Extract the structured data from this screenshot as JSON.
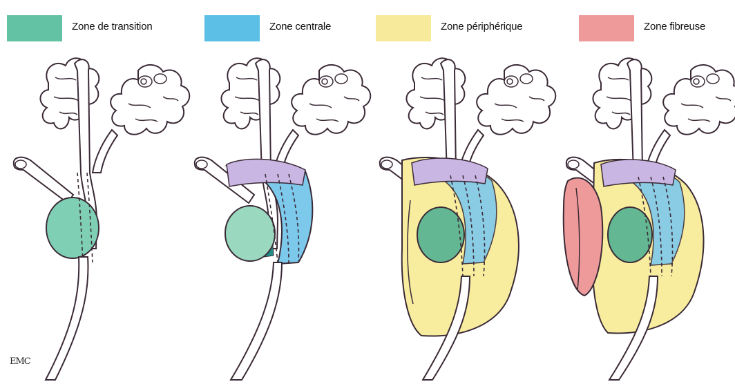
{
  "legend": {
    "items": [
      {
        "label": "Zone de transition",
        "color": "#63c2a4"
      },
      {
        "label": "Zone centrale",
        "color": "#5bbfe6"
      },
      {
        "label": "Zone périphérique",
        "color": "#f7ea9b"
      },
      {
        "label": "Zone fibreuse",
        "color": "#ef9a9a"
      }
    ]
  },
  "colors": {
    "outline": "#3a2a36",
    "gland_fill": "#ffffff",
    "purple_zone": "#c9b6e3",
    "dark_teal": "#1f8f8a"
  },
  "stamp": "EMC"
}
